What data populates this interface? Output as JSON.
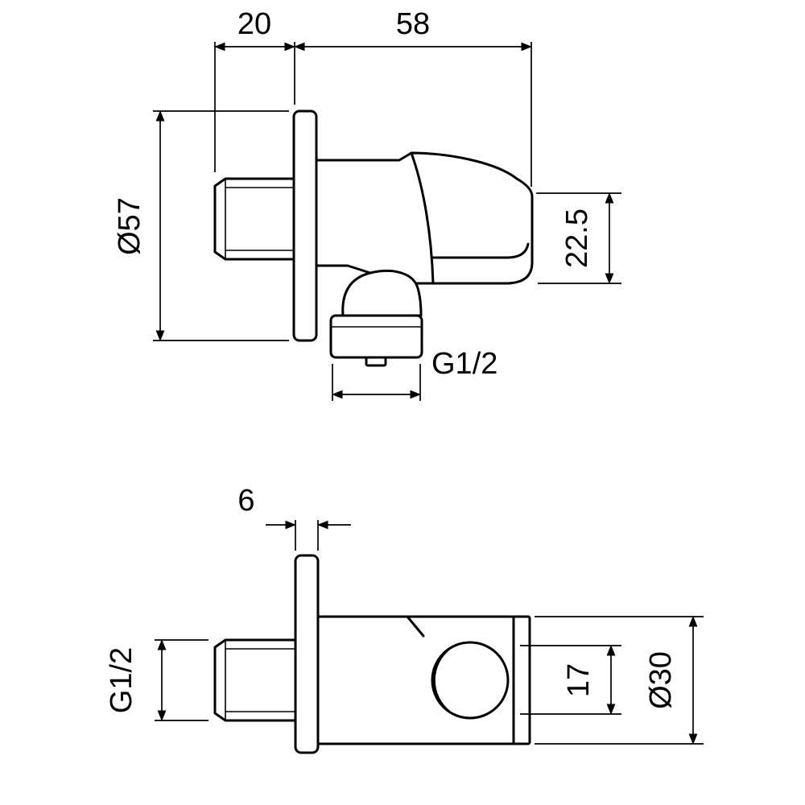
{
  "colors": {
    "line": "#000000",
    "background": "#ffffff"
  },
  "views": {
    "side": {
      "dim_thread_length": "20",
      "dim_body_length": "58",
      "dim_plate_diameter": "Ø57",
      "dim_holder_depth": "22.5",
      "dim_outlet_thread": "G1/2"
    },
    "bottom": {
      "dim_plate_thickness": "6",
      "dim_inlet_thread": "G1/2",
      "dim_holder_inner": "17",
      "dim_body_diameter": "Ø30"
    }
  }
}
